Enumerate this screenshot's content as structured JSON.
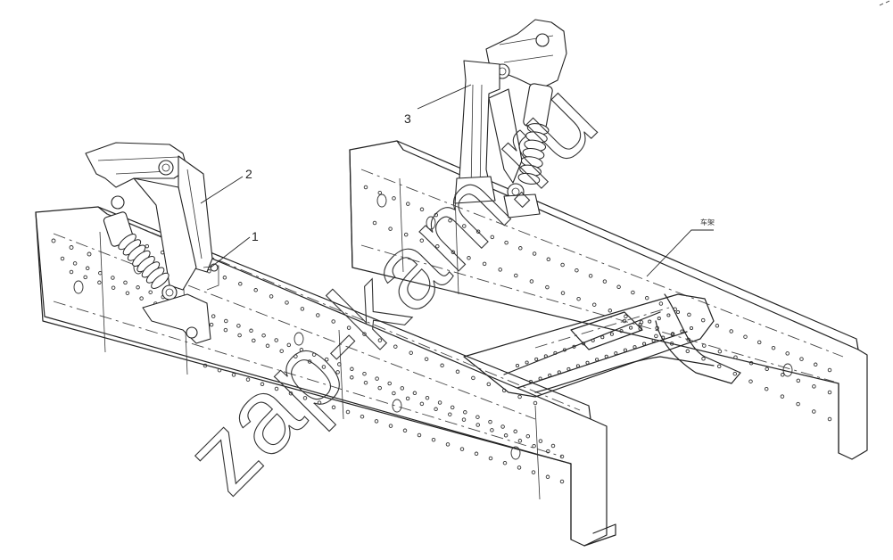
{
  "callouts": [
    {
      "label": "1"
    },
    {
      "label": "2"
    },
    {
      "label": "3"
    }
  ],
  "frame_label": "车架",
  "watermark": "zap-kam.ru",
  "colors": {
    "line": "#222222",
    "background": "#ffffff"
  }
}
